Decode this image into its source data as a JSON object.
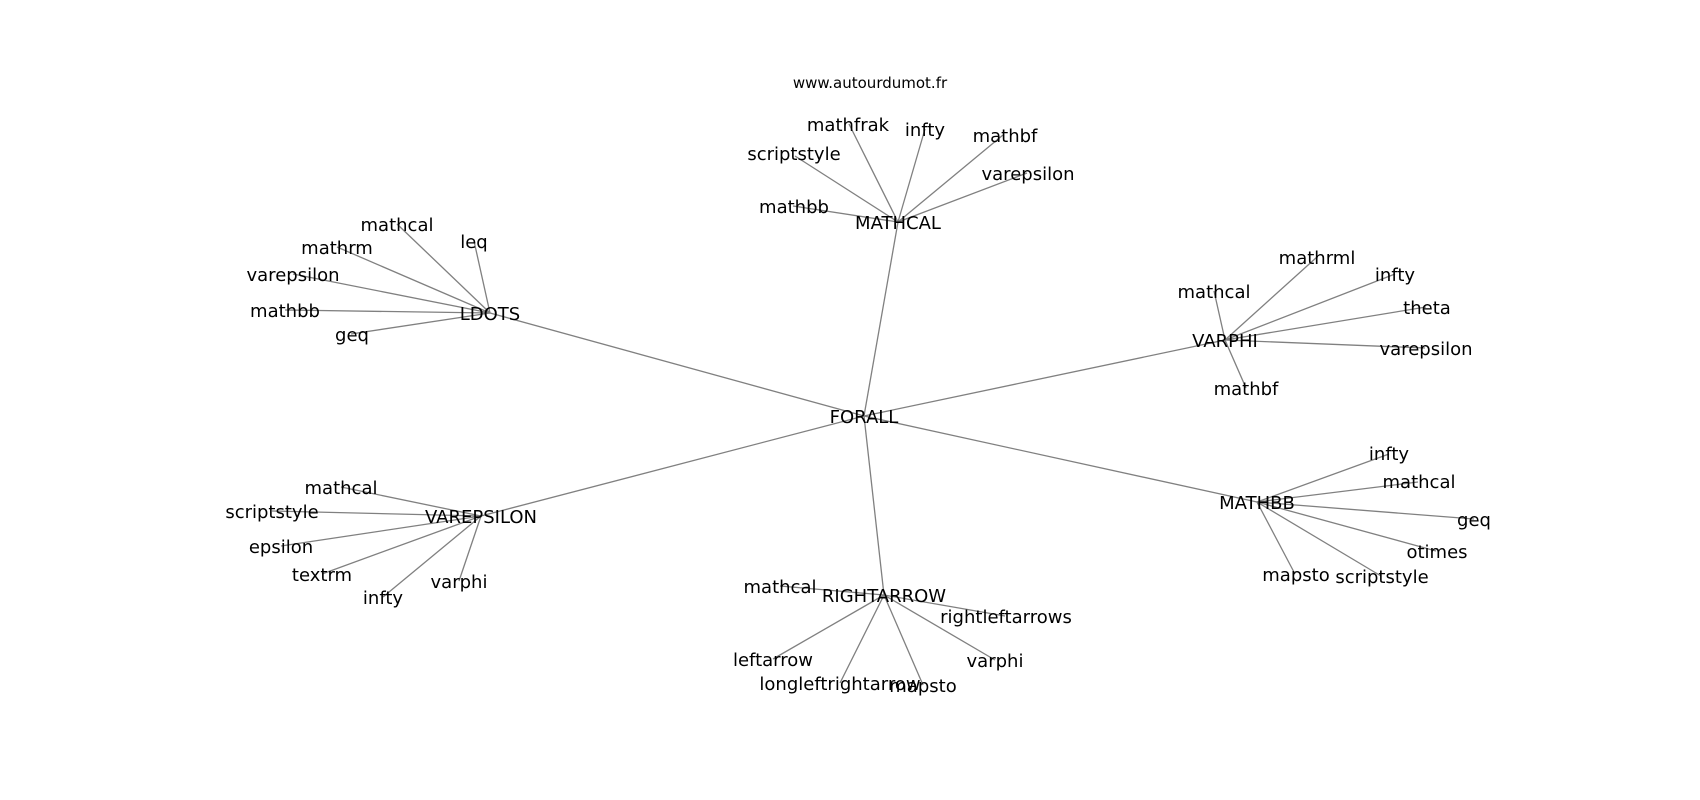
{
  "credit": "www.autourdumot.fr",
  "graph": {
    "root": "FORALL",
    "hubs": [
      {
        "id": "MATHCAL",
        "label": "MATHCAL",
        "leaves": [
          "mathfrak",
          "infty",
          "mathbf",
          "scriptstyle",
          "varepsilon",
          "mathbb"
        ]
      },
      {
        "id": "LDOTS",
        "label": "LDOTS",
        "leaves": [
          "mathcal",
          "leq",
          "mathrm",
          "varepsilon",
          "mathbb",
          "geq"
        ]
      },
      {
        "id": "VARPHI",
        "label": "VARPHI",
        "leaves": [
          "mathrml",
          "infty",
          "mathcal",
          "theta",
          "varepsilon",
          "mathbf"
        ]
      },
      {
        "id": "MATHBB",
        "label": "MATHBB",
        "leaves": [
          "infty",
          "mathcal",
          "geq",
          "otimes",
          "mapsto",
          "scriptstyle"
        ]
      },
      {
        "id": "VAREPSILON",
        "label": "VAREPSILON",
        "leaves": [
          "mathcal",
          "scriptstyle",
          "epsilon",
          "textrm",
          "infty",
          "varphi"
        ]
      },
      {
        "id": "RIGHTARROW",
        "label": "RIGHTARROW",
        "leaves": [
          "mathcal",
          "rightleftarrows",
          "leftarrow",
          "varphi",
          "longleftrightarrow",
          "mapsto"
        ]
      }
    ]
  }
}
